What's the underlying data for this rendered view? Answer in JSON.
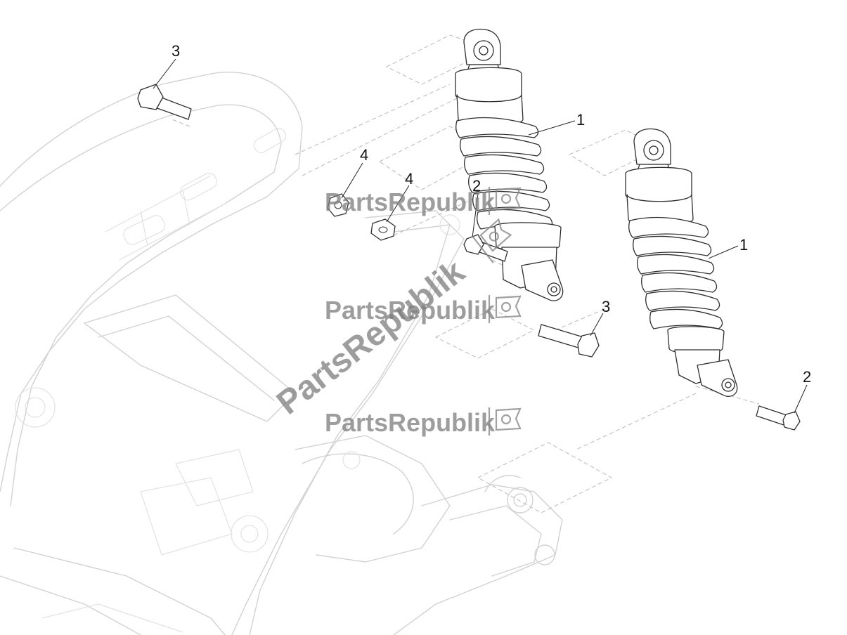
{
  "callouts": {
    "shock_upper": "1",
    "shock_lower": "1",
    "bolt_right": "2",
    "bolt_mid": "2",
    "screw_top_left": "3",
    "screw_mid": "3",
    "nut_a": "4",
    "nut_b": "4"
  },
  "watermarks": [
    "PartsRepublik",
    "PartsRepublik",
    "PartsRepublik",
    "PartsRepublik"
  ],
  "icons": [
    "gear-flag-icon"
  ],
  "colors": {
    "line": "#2e2e2e",
    "ghost": "#d2d2d2",
    "watermark": "#7c7c7c"
  }
}
